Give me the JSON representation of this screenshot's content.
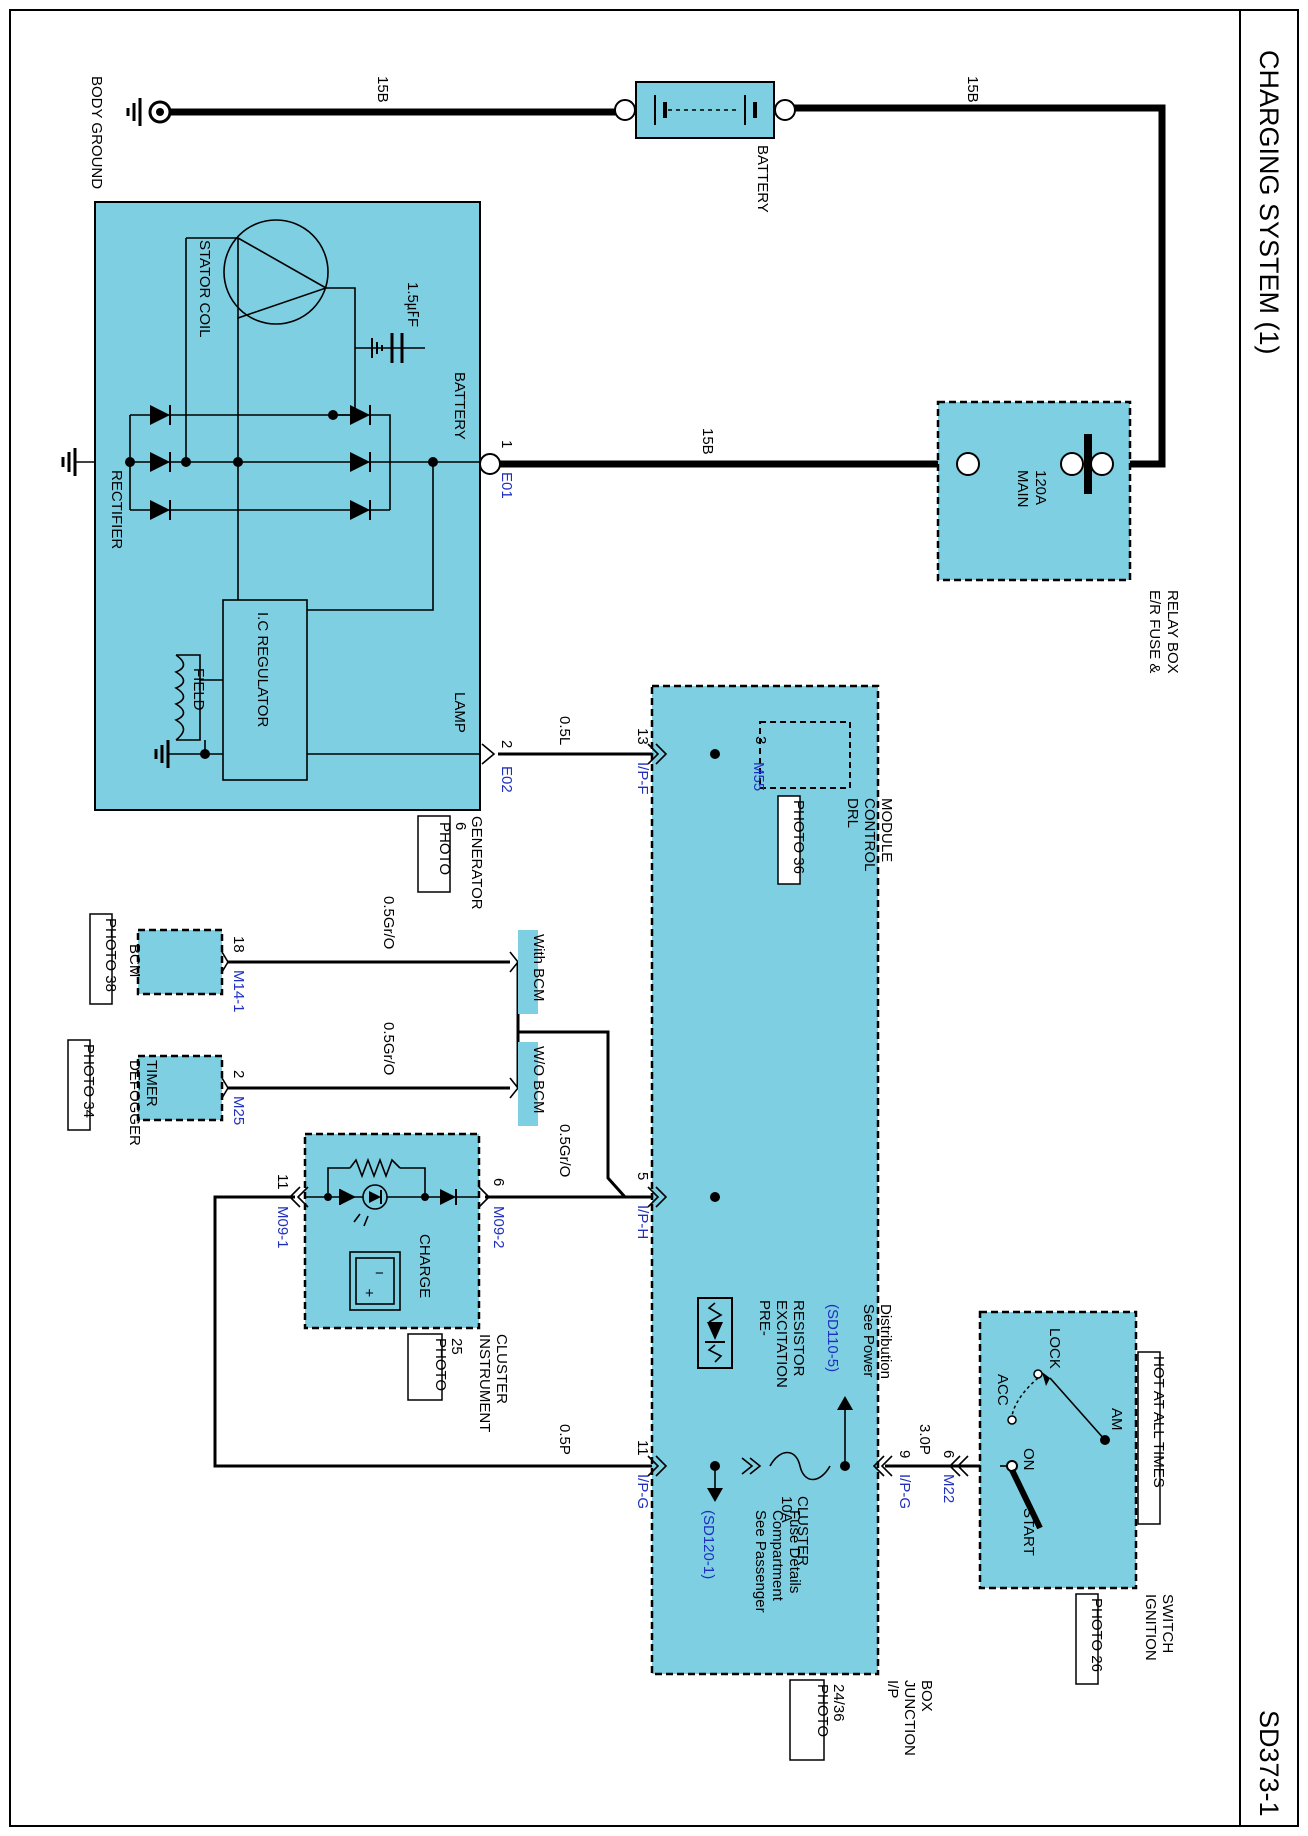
{
  "header": {
    "title": "CHARGING SYSTEM (1)",
    "page_code": "SD373-1"
  },
  "components": {
    "body_ground": "BODY GROUND",
    "battery": "BATTERY",
    "main_fuse": [
      "MAIN",
      "120A"
    ],
    "er_fuse_box": [
      "E/R FUSE &",
      "RELAY BOX"
    ],
    "generator": "GENERATOR",
    "generator_photo": [
      "PHOTO",
      "6"
    ],
    "stator_coil": "STATOR COIL",
    "capacitor": "1.5㎌F",
    "rectifier": "RECTIFIER",
    "battery_terminal": "BATTERY",
    "lamp_terminal": "LAMP",
    "ic_regulator": "I.C REGULATOR",
    "field": "FIELD",
    "drl_module": [
      "DRL",
      "CONTROL",
      "MODULE"
    ],
    "drl_photo": "PHOTO 36",
    "bcm": "BCM",
    "bcm_photo": "PHOTO 38",
    "defogger": [
      "DEFOGGER",
      "TIMER"
    ],
    "defogger_photo": "PHOTO 34",
    "with_bcm": "With BCM",
    "without_bcm": "W/O BCM",
    "cluster": [
      "INSTRUMENT",
      "CLUSTER"
    ],
    "cluster_photo": [
      "PHOTO",
      "25"
    ],
    "charge_label": "CHARGE",
    "resistor": [
      "PRE-",
      "EXCITATION",
      "RESISTOR"
    ],
    "see_power": [
      "See Power",
      "Distribution"
    ],
    "see_power_ref": "(SD110-5)",
    "cluster_fuse": [
      "CLUSTER",
      "10A"
    ],
    "see_passenger": [
      "See Passenger",
      "Compartment",
      "Fuse Details"
    ],
    "see_passenger_ref": "(SD120-1)",
    "ip_junction": [
      "I/P",
      "JUNCTION",
      "BOX"
    ],
    "ip_junction_photo": [
      "PHOTO",
      "24/36"
    ],
    "hot_at_all_times": "HOT AT ALL TIMES",
    "ignition_switch": [
      "IGNITION",
      "SWITCH"
    ],
    "ignition_photo": "PHOTO 26",
    "switch_positions": [
      "LOCK",
      "ACC",
      "ON",
      "START",
      "AM"
    ]
  },
  "wires": {
    "w15b": "15B",
    "w05l": "0.5L",
    "w05gro": "0.5Gr/O",
    "w05p": "0.5P",
    "w30p": "3.0P"
  },
  "connectors": {
    "e01": "E01",
    "e02": "E02",
    "ipf": "I/P-F",
    "iph": "I/P-H",
    "ipg": "I/P-G",
    "m55": "M55",
    "m14": "M14-1",
    "m25": "M25",
    "m09_1": "M09-1",
    "m09_2": "M09-2",
    "m22": "M22"
  },
  "pins": {
    "p1": "1",
    "p2": "2",
    "p13": "13",
    "p3": "3",
    "p18": "18",
    "p2b": "2",
    "p5": "5",
    "p6": "6",
    "p11a": "11",
    "p11b": "11",
    "p9": "9",
    "p6b": "6"
  },
  "colors": {
    "component_fill": "#7ecfe2",
    "connector_text": "#1f2fbf"
  }
}
